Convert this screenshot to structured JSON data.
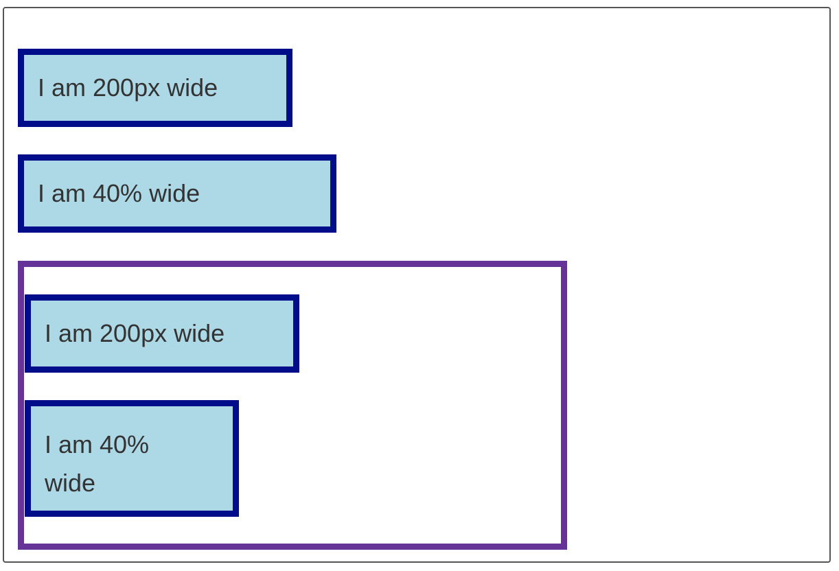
{
  "colors": {
    "box_border": "#000d8a",
    "box_fill": "#add8e6",
    "container_border": "#663399",
    "text": "#333333",
    "frame_border": "#555555"
  },
  "outer": {
    "box_fixed": {
      "label": "I am 200px wide"
    },
    "box_percent": {
      "label": "I am 40% wide"
    }
  },
  "container": {
    "box_fixed": {
      "label": "I am 200px wide"
    },
    "box_percent": {
      "label": "I am 40% wide"
    }
  }
}
